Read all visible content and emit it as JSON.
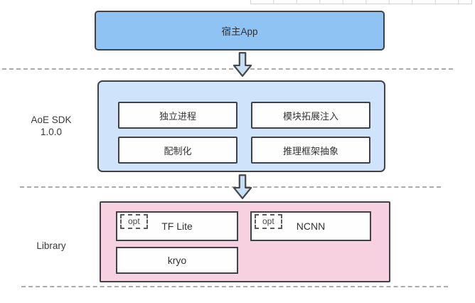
{
  "host_app": {
    "label": "宿主App"
  },
  "sdk_section": {
    "side_label": [
      "AoE SDK",
      "1.0.0"
    ],
    "modules": [
      "独立进程",
      "模块拓展注入",
      "配制化",
      "推理框架抽象"
    ]
  },
  "library_section": {
    "side_label": "Library",
    "opt_tag": "opt",
    "libraries": [
      "TF Lite",
      "NCNN",
      "kryo"
    ]
  },
  "colors": {
    "host_fill": "#8fc3f4",
    "sdk_fill": "#cfe3fb",
    "library_fill": "#f8d1e1",
    "box_border": "#3f4347",
    "arrow_fill": "#c8def5",
    "dashed_line": "#ababab",
    "text": "#3a3a3a"
  }
}
